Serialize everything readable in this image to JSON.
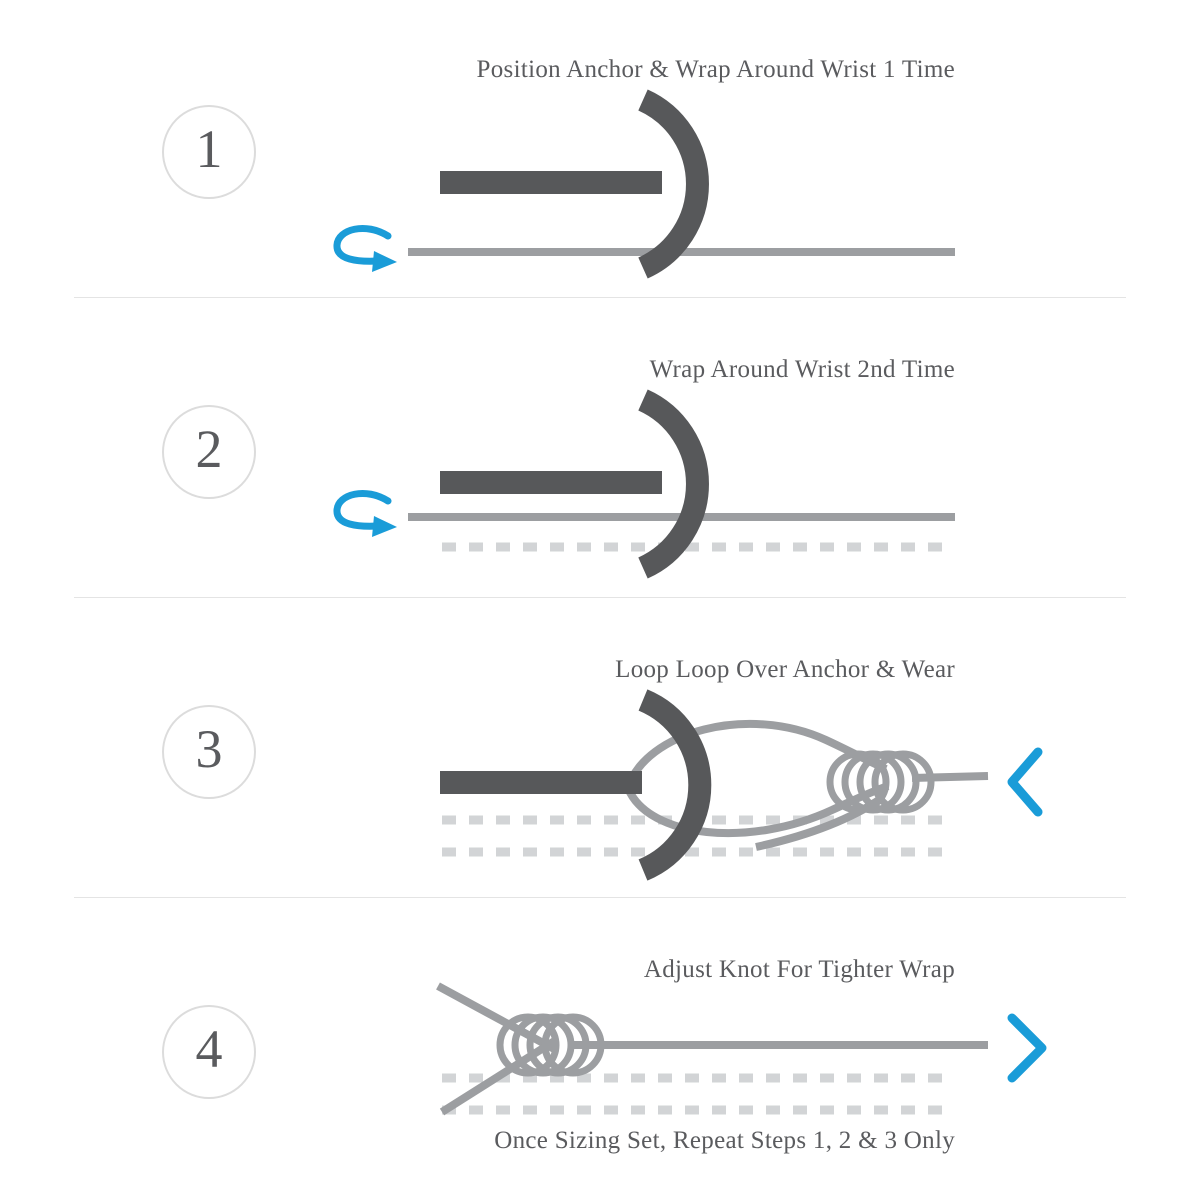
{
  "colors": {
    "anchor_dark": "#57585a",
    "cord_gray": "#9c9ea1",
    "dash_light": "#d2d4d6",
    "accent_blue": "#1a9cd8",
    "text_gray": "#5a5b5e",
    "circle_border": "#dcdcdc",
    "divider": "#e4e4e4"
  },
  "steps": [
    {
      "number": "1",
      "title": "Position Anchor & Wrap Around Wrist 1 Time"
    },
    {
      "number": "2",
      "title": "Wrap Around Wrist 2nd Time"
    },
    {
      "number": "3",
      "title": "Loop Loop Over Anchor & Wear"
    },
    {
      "number": "4",
      "title": "Adjust Knot For Tighter Wrap"
    }
  ],
  "footer_note": "Once Sizing Set, Repeat Steps 1, 2 & 3 Only",
  "icons": {
    "anchor": "anchor-charm",
    "wrap_arrow": "curved-wrap-direction-arrow",
    "coil_knot": "sliding-knot-coil",
    "pull_left": "chevron-left",
    "pull_right": "chevron-right"
  }
}
